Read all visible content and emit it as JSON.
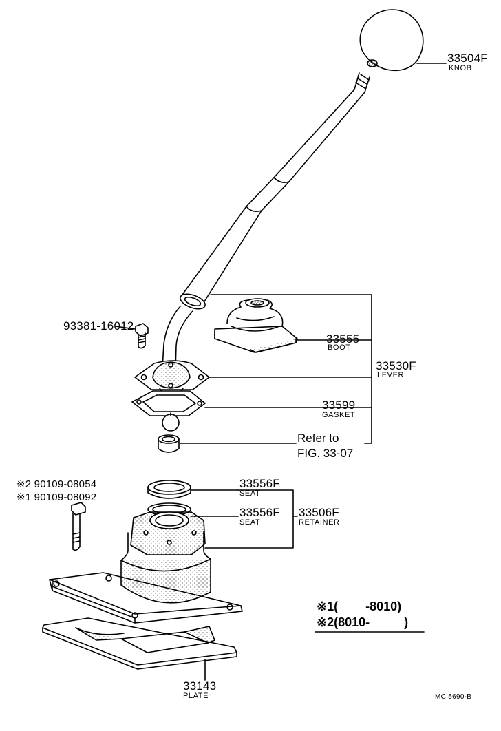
{
  "parts": {
    "knob": {
      "number": "33504F",
      "name": "KNOB"
    },
    "boot": {
      "number": "33555",
      "name": "BOOT"
    },
    "lever": {
      "number": "33530F",
      "name": "LEVER"
    },
    "gasket": {
      "number": "33599",
      "name": "GASKET"
    },
    "bolt": {
      "number": "93381-16012"
    },
    "refer": {
      "line1": "Refer to",
      "line2": "FIG. 33-07"
    },
    "bolt_alt1": {
      "number": "※2 90109-08054"
    },
    "bolt_alt2": {
      "number": "※1 90109-08092"
    },
    "seat_upper": {
      "number": "33556F",
      "name": "SEAT"
    },
    "seat_lower": {
      "number": "33556F",
      "name": "SEAT"
    },
    "retainer": {
      "number": "33506F",
      "name": "RETAINER"
    },
    "plate": {
      "number": "33143",
      "name": "PLATE"
    }
  },
  "notes": {
    "note1": "※1(        -8010)",
    "note2": "※2(8010-          )"
  },
  "code": "MC 5690-B"
}
